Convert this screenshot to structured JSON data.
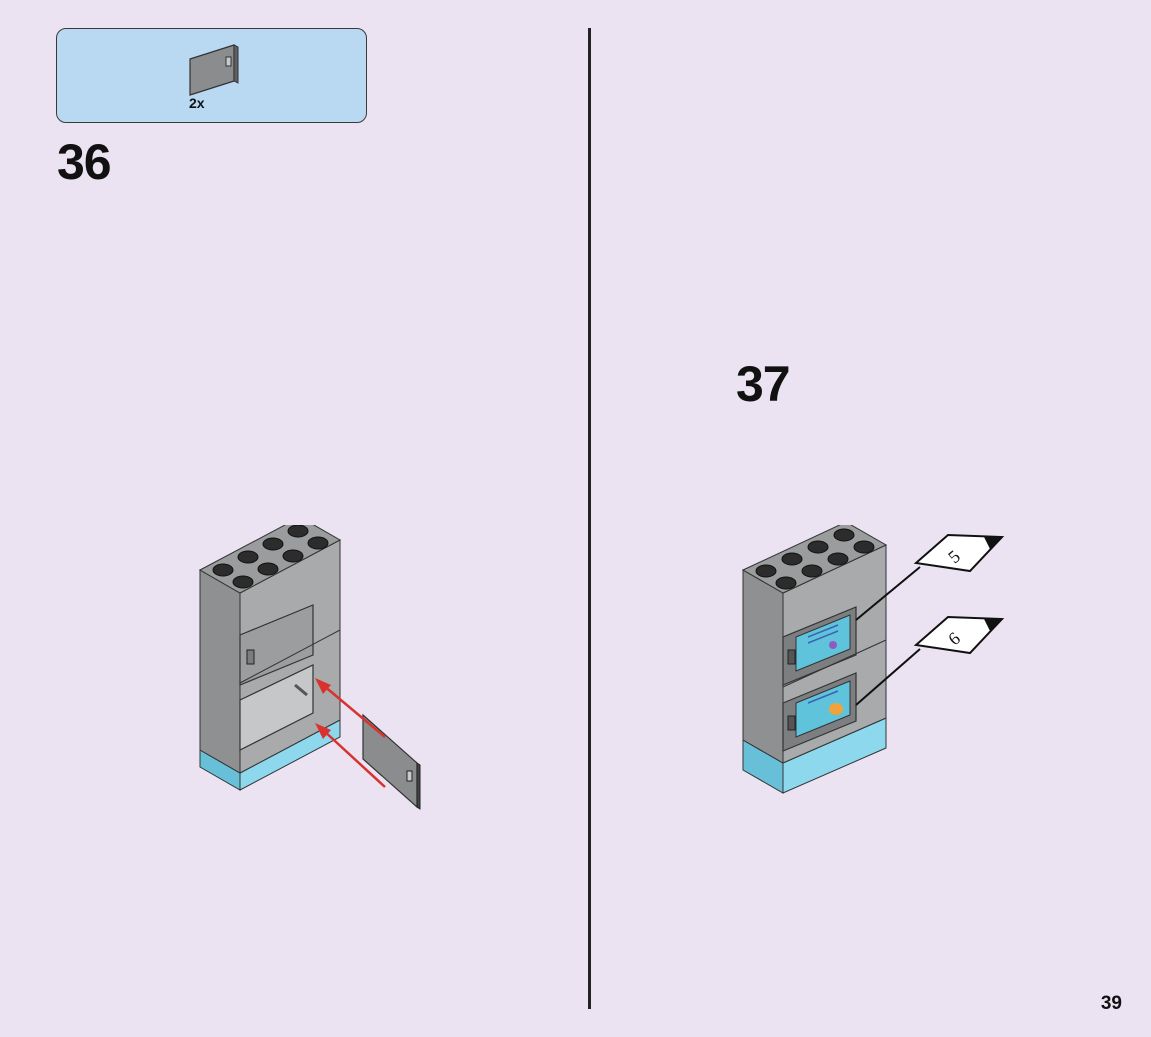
{
  "parts_callout": {
    "quantity": "2x",
    "part_icon": "grey-cupboard-door-icon"
  },
  "steps": [
    {
      "number": "36"
    },
    {
      "number": "37"
    }
  ],
  "stickers": [
    {
      "label": "5"
    },
    {
      "label": "6"
    }
  ],
  "page": {
    "number": "39"
  },
  "colors": {
    "background": "#ebe3f2",
    "callout_fill": "#b9d9f2",
    "brick_grey": "#a4a6a8",
    "brick_dark": "#3c3c3c",
    "base_blue": "#7fd0e6",
    "arrow_red": "#d8332e",
    "sticker_panel": "#5fc3dc"
  }
}
